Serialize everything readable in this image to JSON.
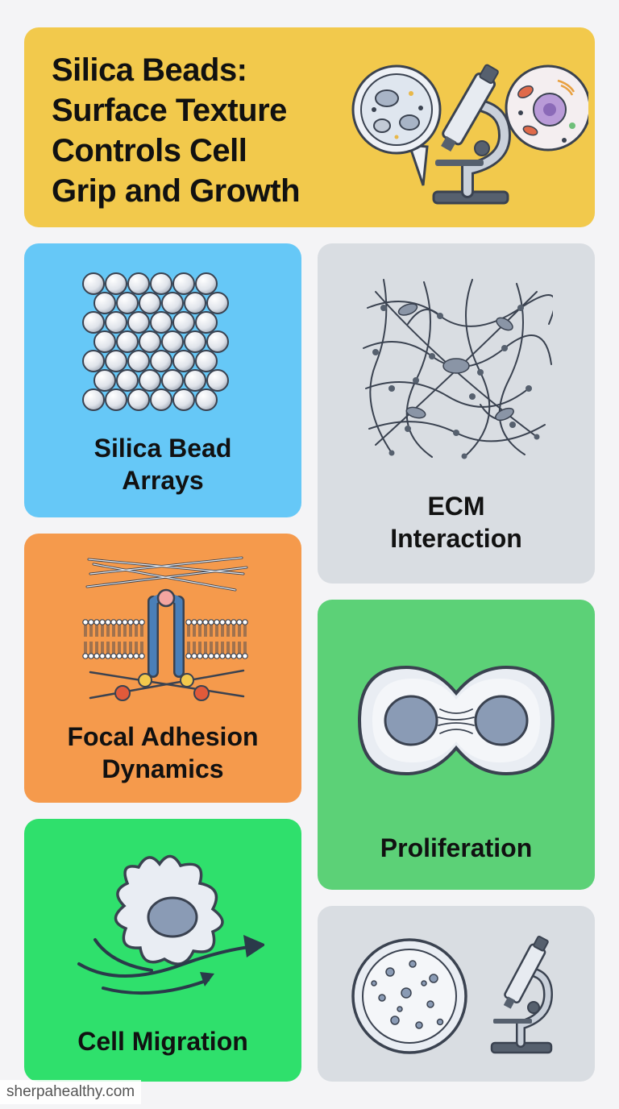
{
  "hero": {
    "title": "Silica Beads:\nSurface Texture\nControls Cell\nGrip and Growth"
  },
  "cards": {
    "silica_bead_arrays": {
      "label": "Silica Bead\nArrays"
    },
    "ecm_interaction": {
      "label": "ECM\nInteraction"
    },
    "focal_adhesion": {
      "label": "Focal Adhesion\nDynamics"
    },
    "proliferation": {
      "label": "Proliferation"
    },
    "cell_migration": {
      "label": "Cell Migration"
    }
  },
  "watermark": "sherpahealthy.com",
  "colors": {
    "background": "#f4f4f6",
    "hero_yellow": "#f2c94c",
    "blue": "#66c8f7",
    "grey": "#d9dde2",
    "orange": "#f59a4c",
    "green_mid": "#5cd177",
    "green_bright": "#2fe06c"
  },
  "icons": {
    "hero": [
      "petri-dish-icon",
      "microscope-icon",
      "cell-organelles-icon"
    ],
    "silica_bead_arrays": "bead-lattice-icon",
    "ecm_interaction": "fiber-network-icon",
    "focal_adhesion": "membrane-integrin-icon",
    "proliferation": "dividing-cell-icon",
    "cell_migration": "migrating-cell-icon",
    "tools": [
      "petri-dish-icon",
      "microscope-icon"
    ]
  }
}
